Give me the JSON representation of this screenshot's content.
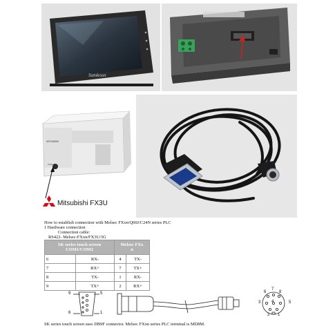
{
  "brand": {
    "label": "Mitsubishi FX3U"
  },
  "hmi": {
    "front_logo": "Samkoon"
  },
  "plc": {
    "front_label": "MITSUBISHI",
    "model_tag": "FX3U"
  },
  "doc": {
    "title": "How to establish connection with Melsec FXxn/Q00J/C24N series PLC",
    "section": "1     Hardware connection",
    "cable_label": "Connection cable:",
    "cable_spec": "RS422- Melsec-FXxn/FX3U/3G",
    "table": {
      "head_left": [
        "SK series touch screen",
        "COM1/COM2"
      ],
      "head_right": [
        "Melsec FXx",
        "n"
      ],
      "rows": [
        {
          "sk_pin": "6",
          "sk_sig": "RX-",
          "plc_pin": "4",
          "plc_sig": "TX-"
        },
        {
          "sk_pin": "7",
          "sk_sig": "RX+",
          "plc_pin": "7",
          "plc_sig": "TX+"
        },
        {
          "sk_pin": "8",
          "sk_sig": "TX-",
          "plc_pin": "1",
          "plc_sig": "RX-"
        },
        {
          "sk_pin": "9",
          "sk_sig": "TX+",
          "plc_pin": "2",
          "plc_sig": "RX+"
        }
      ]
    },
    "db9_pins": {
      "p9": "9",
      "p5": "5",
      "p6": "6",
      "p1": "1"
    },
    "md8_pins": {
      "p6": "6",
      "p7": "7",
      "p8": "8",
      "p3": "3",
      "p4": "4",
      "p5": "5",
      "p2": "2",
      "p1": "1"
    },
    "footer": "SK series touch screen uses DB9F connector. Melsec FXxn series PLC terminal is MD8M."
  },
  "colors": {
    "photo_bg": "#dddddd",
    "hmi_body": "#2d2d2d",
    "terminal_green": "#3aa15a",
    "arrow_red": "#d22020",
    "mitsubishi_red": "#e60012",
    "table_header": "#b3b3b3"
  }
}
